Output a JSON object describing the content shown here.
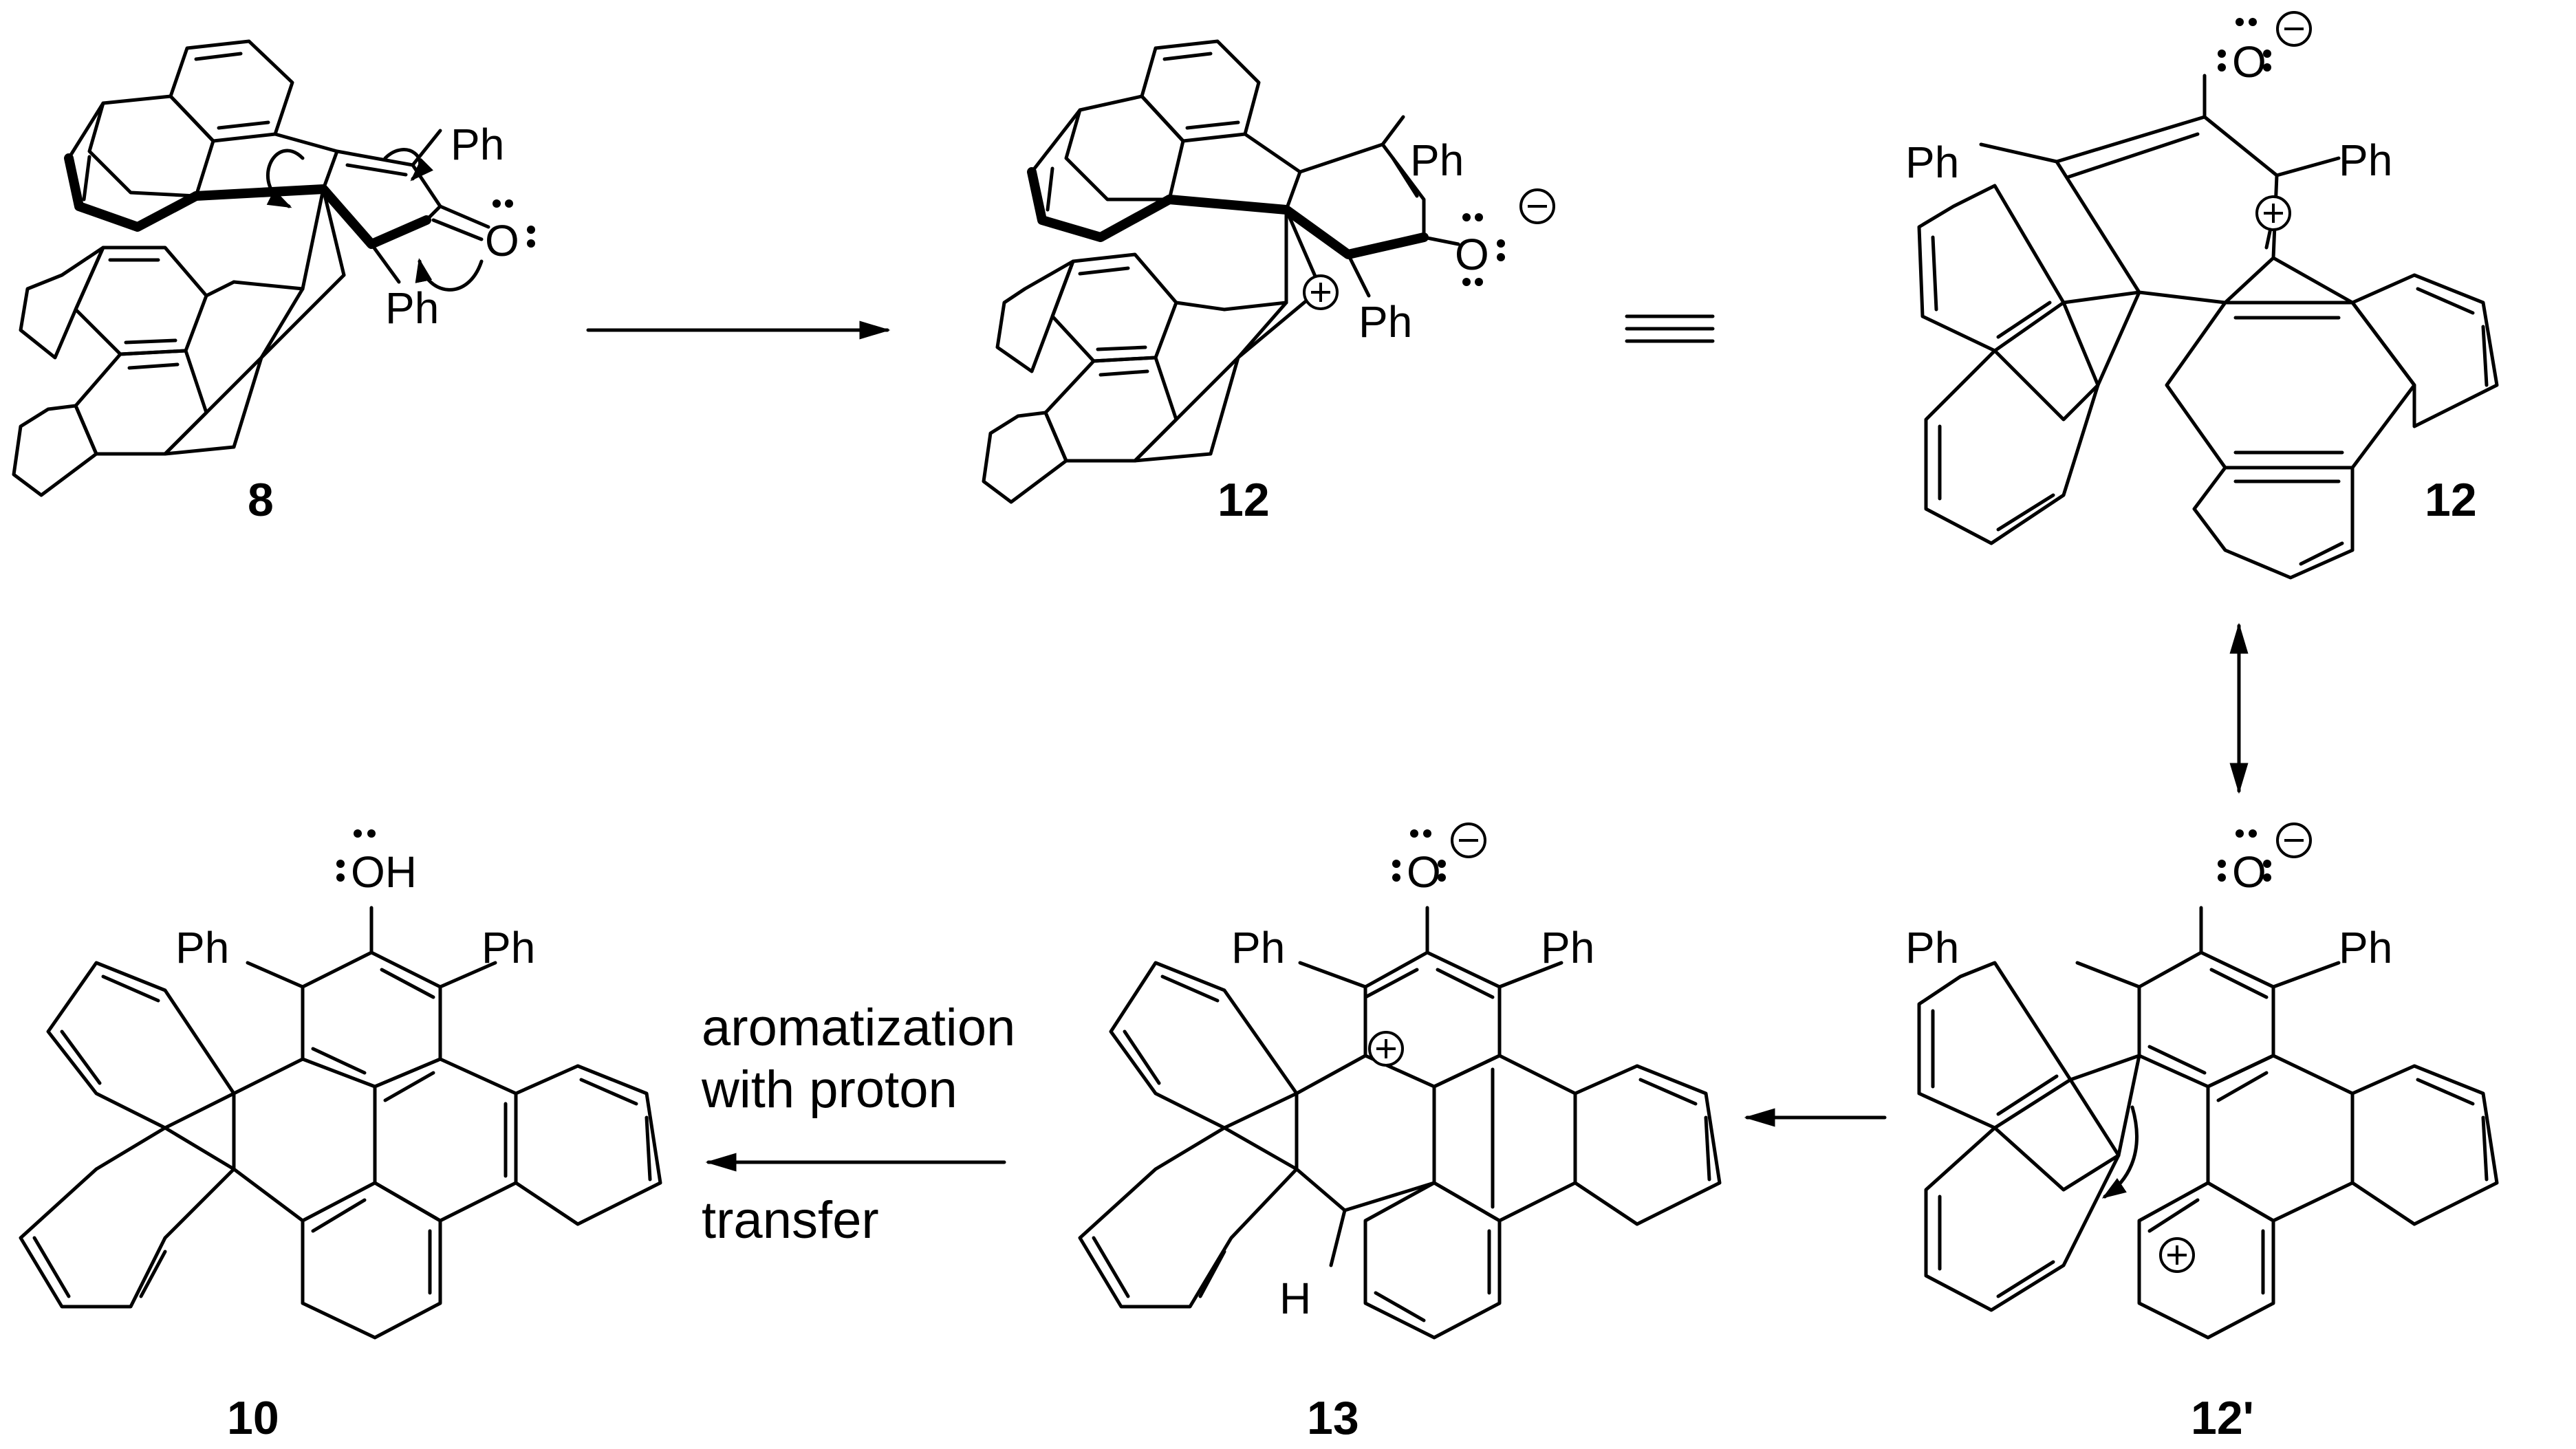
{
  "labels": {
    "ph": "Ph",
    "oxygen": "O",
    "hydroxyl": "OH",
    "hydrogen": "H"
  },
  "compounds": {
    "c8": "8",
    "c12_perspective": "12",
    "c12_flat": "12",
    "c12_prime": "12'",
    "c13": "13",
    "c10": "10"
  },
  "annotations": {
    "aromatization_line1": "aromatization",
    "aromatization_line2": "with proton",
    "aromatization_line3": "transfer"
  },
  "colors": {
    "ink": "#000000",
    "background": "#ffffff"
  }
}
